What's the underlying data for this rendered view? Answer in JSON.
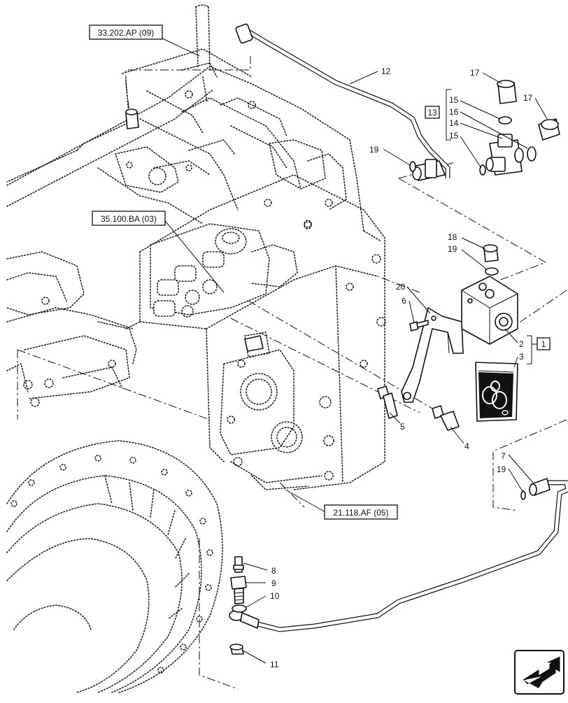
{
  "references": [
    {
      "id": "ref-33-202",
      "text": "33.202.AP (09)"
    },
    {
      "id": "ref-35-100",
      "text": "35.100.BA (03)"
    },
    {
      "id": "ref-21-118",
      "text": "21.118.AF (05)"
    }
  ],
  "callouts": [
    "1",
    "2",
    "3",
    "4",
    "5",
    "6",
    "7",
    "8",
    "9",
    "10",
    "11",
    "12",
    "13",
    "14",
    "15",
    "15",
    "16",
    "17",
    "17",
    "18",
    "19",
    "19",
    "19",
    "20"
  ],
  "nav_icon": "next-page-arrow-icon"
}
